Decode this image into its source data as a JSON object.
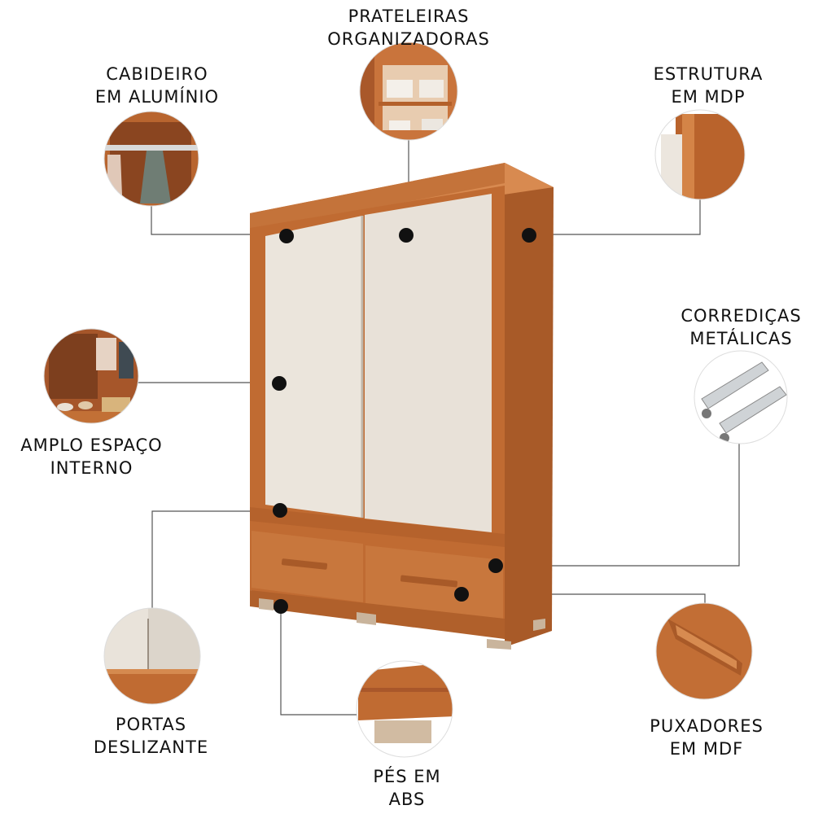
{
  "features": [
    {
      "key": "prateleiras",
      "lines": [
        "PRATELEIRAS",
        "ORGANIZADORAS"
      ]
    },
    {
      "key": "cabideiro",
      "lines": [
        "CABIDEIRO",
        "EM ALUMÍNIO"
      ]
    },
    {
      "key": "estrutura",
      "lines": [
        "ESTRUTURA",
        "EM MDP"
      ]
    },
    {
      "key": "corredicas",
      "lines": [
        "CORREDIÇAS",
        "METÁLICAS"
      ]
    },
    {
      "key": "amplo",
      "lines": [
        "AMPLO ESPAÇO",
        "INTERNO"
      ]
    },
    {
      "key": "portas",
      "lines": [
        "PORTAS",
        "DESLIZANTE"
      ]
    },
    {
      "key": "pes",
      "lines": [
        "PÉS EM",
        "ABS"
      ]
    },
    {
      "key": "puxadores",
      "lines": [
        "PUXADORES",
        "EM MDF"
      ]
    }
  ],
  "colors": {
    "wood": "#c06b32",
    "wood_dark": "#9c4f1f",
    "wood_light": "#d4844a",
    "door": "#ece6de",
    "marker": "#111111",
    "leader": "#555555"
  }
}
